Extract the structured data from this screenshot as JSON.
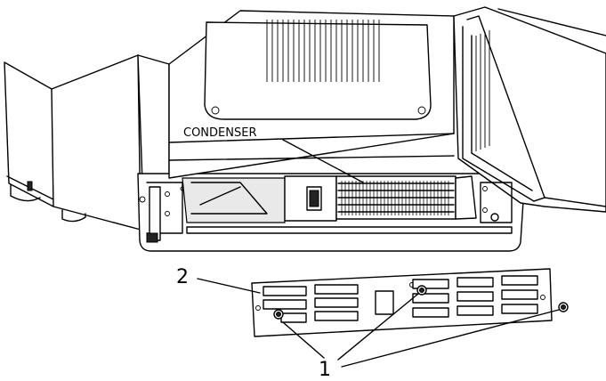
{
  "labels": {
    "condenser": "CONDENSER",
    "callout_grille": "2",
    "callout_screws": "1"
  },
  "colors": {
    "line": "#000000",
    "background": "#ffffff"
  },
  "icons": {
    "screw": "screw-icon",
    "switch": "rocker-switch-icon"
  }
}
